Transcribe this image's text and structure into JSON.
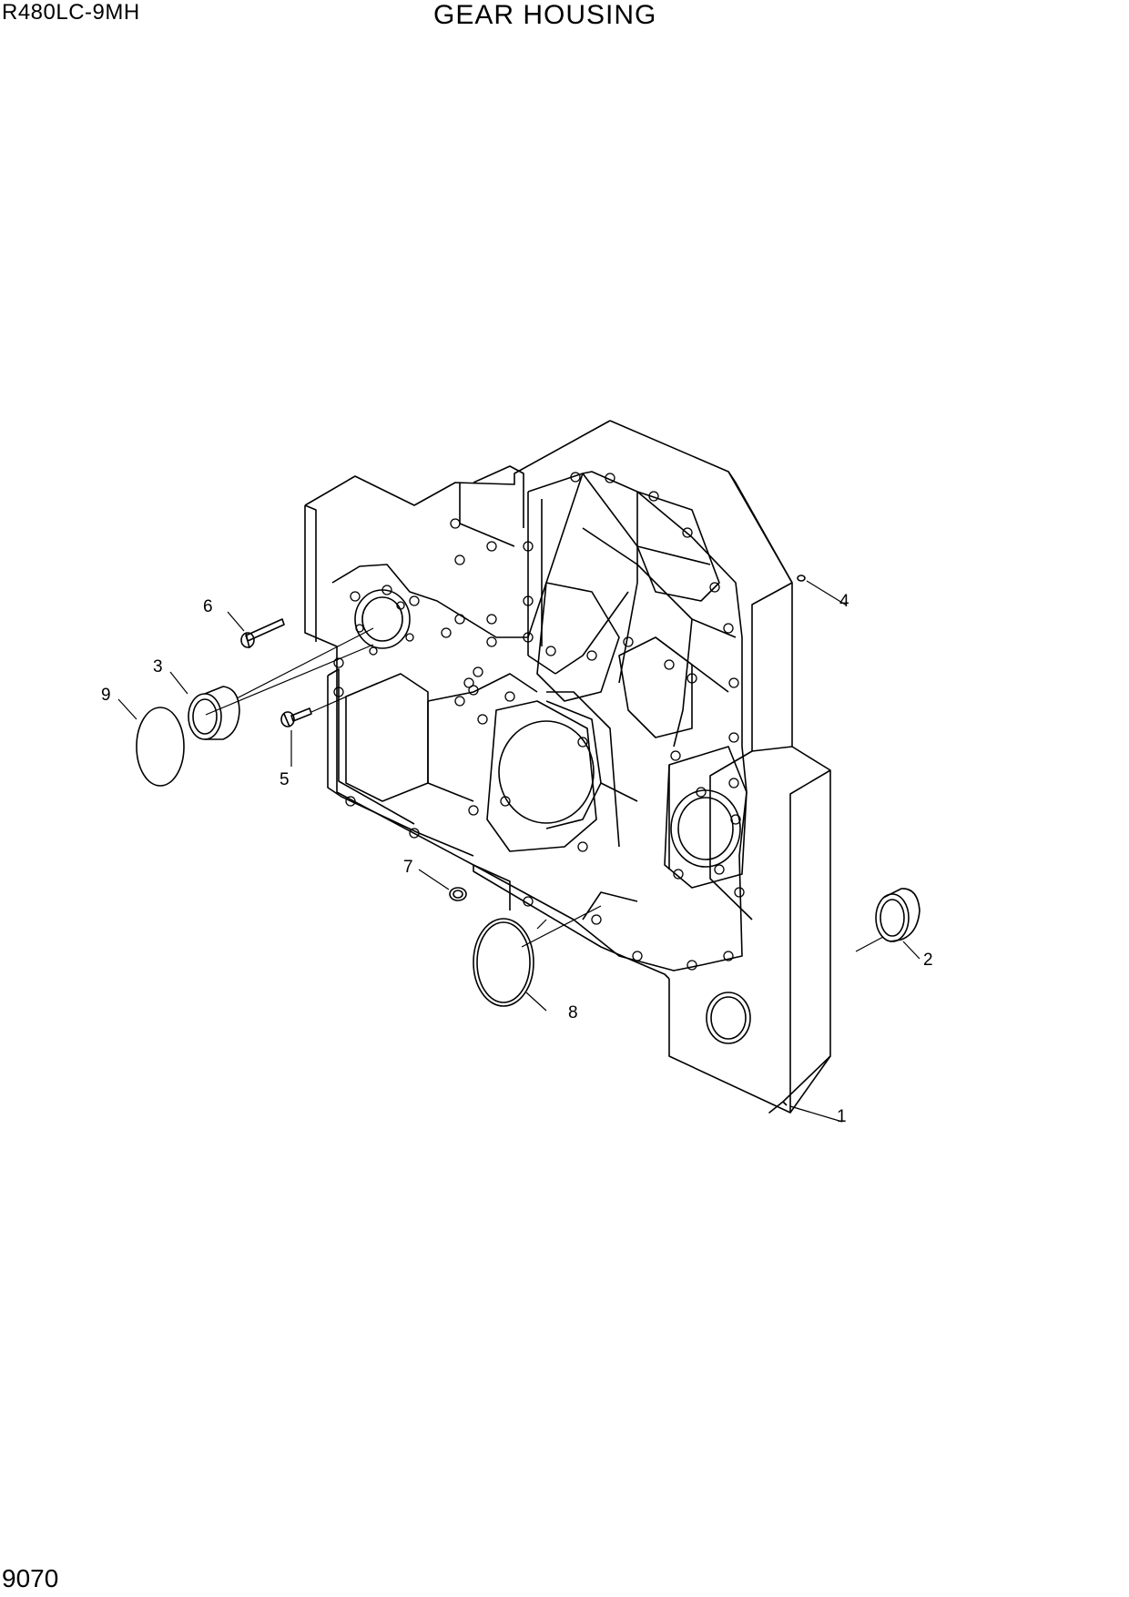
{
  "header": {
    "model": "R480LC-9MH",
    "title": "GEAR HOUSING"
  },
  "footer": {
    "page_number": "9070"
  },
  "callouts": [
    "1",
    "2",
    "3",
    "4",
    "5",
    "6",
    "7",
    "8",
    "9"
  ]
}
